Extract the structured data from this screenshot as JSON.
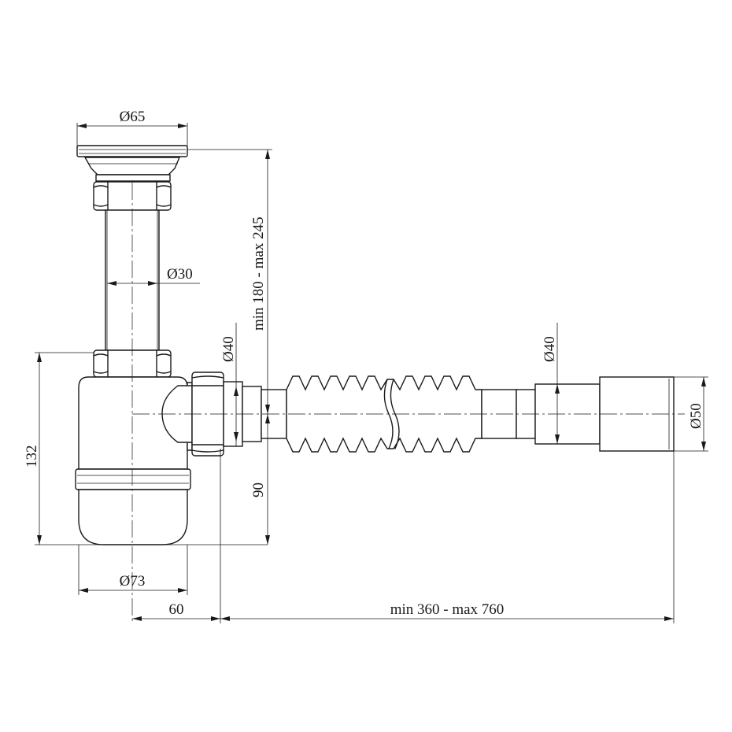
{
  "labels": {
    "strainer_diameter": "Ø65",
    "tube_diameter": "Ø30",
    "outlet_diameter_left": "Ø40",
    "outlet_diameter_right": "Ø40",
    "end_diameter": "Ø50",
    "height_adjustable": "min 180 - max 245",
    "trap_height": "132",
    "outlet_height": "90",
    "bottle_diameter": "Ø73",
    "offset": "60",
    "length_adjustable": "min 360 - max 760"
  }
}
